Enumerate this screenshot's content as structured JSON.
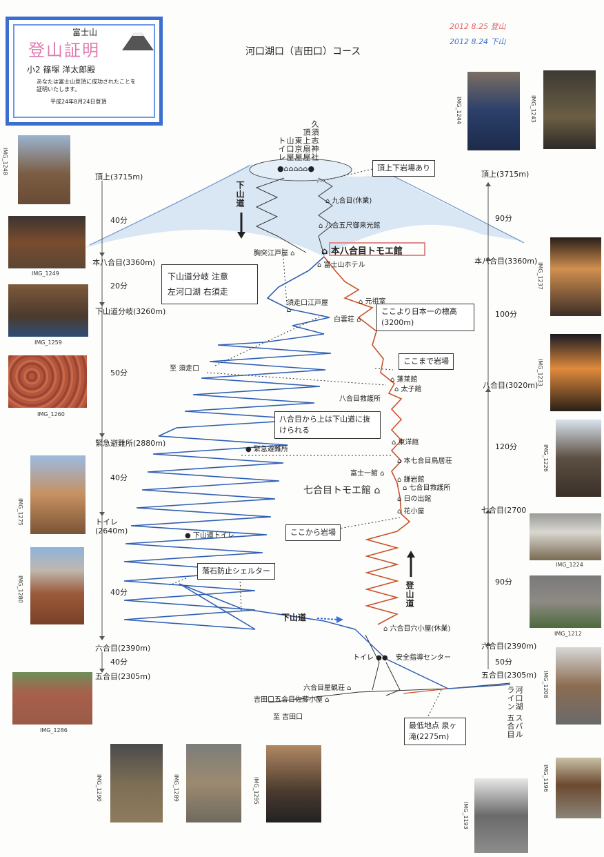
{
  "title": "河口湖口（吉田口）コース",
  "handwritten_dates": [
    "2012 8.25 登山",
    "2012 8.24 下山"
  ],
  "certificate": {
    "mountain": "富士山",
    "title": "登山証明",
    "grade_name": "小2 篠塚 洋太郎殿",
    "body": "あなたは富士山登頂に成功されたことを証明いたします。",
    "date": "平成24年8月24日登頂"
  },
  "summit_shops": [
    "トイレ",
    "山口屋",
    "東京屋",
    "頂上扇屋",
    "久須志神社"
  ],
  "left_axis": {
    "labels": [
      {
        "name": "頂上",
        "alt": "(3715m)"
      },
      {
        "name": "本八合目",
        "alt": "(3360m)"
      },
      {
        "name": "下山道分岐",
        "alt": "(3260m)"
      },
      {
        "name": "緊急避難所",
        "alt": "(2880m)"
      },
      {
        "name": "トイレ",
        "alt": "(2640m)"
      },
      {
        "name": "六合目",
        "alt": "(2390m)"
      },
      {
        "name": "五合目",
        "alt": "(2305m)"
      }
    ],
    "times": [
      "40分",
      "20分",
      "50分",
      "40分",
      "40分",
      "40分"
    ]
  },
  "right_axis": {
    "labels": [
      {
        "name": "頂上",
        "alt": "(3715m)"
      },
      {
        "name": "本八合目",
        "alt": "(3360m)"
      },
      {
        "name": "八合目",
        "alt": "(3020m)"
      },
      {
        "name": "七合目",
        "alt": "(2700"
      },
      {
        "name": "六合目",
        "alt": "(2390m)"
      },
      {
        "name": "五合目",
        "alt": "(2305m)"
      }
    ],
    "times": [
      "90分",
      "100分",
      "120分",
      "90分",
      "50分"
    ]
  },
  "huts": {
    "kyugome": "九合目(休業)",
    "hachigo5": "八合五尺御来光館",
    "munatsuki": "胸突江戸屋",
    "honhachi_tomoe": "本八合目トモエ館",
    "fujisan_hotel": "富士山ホテル",
    "subashiri_edoya": "須走口江戸屋",
    "ganso": "元祖室",
    "hakuunso": "白雲荘",
    "horaikan": "蓬莱館",
    "taishikan": "太子館",
    "hachigo_kyugo": "八合目救護所",
    "toyokan": "東洋館",
    "torii": "本七合目鳥居荘",
    "fujiichi": "富士一館",
    "kamaiwa": "鎌岩館",
    "nanago_kyugo": "七合目救護所",
    "nanago_tomoe": "七合目トモエ館",
    "hinode": "日の出館",
    "hanagoya": "花小屋",
    "kinkyu": "緊急避難所",
    "gezan_toilet": "下山道トイレ",
    "rokugo_anagoya": "六合目穴小屋(休業)",
    "toilet": "トイレ",
    "anzen": "安全指導センター",
    "hoshikanso": "六合目星観荘",
    "sato": "吉田口五合目佐藤小屋",
    "to_yoshida": "至 吉田口",
    "to_subashiri": "至 須走口"
  },
  "trail_labels": {
    "gezan_top": "下山道",
    "gezan_bottom": "下山道",
    "tozan": "登山道"
  },
  "notes": {
    "summit_rocks": "頂上下岩場あり",
    "branch_title": "下山道分岐 注意",
    "branch_dir": "左河口湖 右須走",
    "highest": "ここより日本一の標高(3200m)",
    "rocks_until": "ここまで岩場",
    "hachigo_above": "八合目から上は下山道に抜けられる",
    "rocks_from": "ここから岩場",
    "shelter": "落石防止シェルター",
    "lowest": "最低地点 泉ヶ滝(2275m)",
    "subaru": "河口湖 スバルライン 五合目"
  },
  "photos": [
    {
      "id": "IMG_1248"
    },
    {
      "id": "IMG_1249"
    },
    {
      "id": "IMG_1259"
    },
    {
      "id": "IMG_1260"
    },
    {
      "id": "IMG_1275"
    },
    {
      "id": "IMG_1280"
    },
    {
      "id": "IMG_1286"
    },
    {
      "id": "IMG_1290"
    },
    {
      "id": "IMG_1289"
    },
    {
      "id": "IMG_1295"
    },
    {
      "id": "IMG_1244"
    },
    {
      "id": "IMG_1243"
    },
    {
      "id": "IMG_1237"
    },
    {
      "id": "IMG_1233"
    },
    {
      "id": "IMG_1226"
    },
    {
      "id": "IMG_1224"
    },
    {
      "id": "IMG_1212"
    },
    {
      "id": "IMG_1208"
    },
    {
      "id": "IMG_1196"
    },
    {
      "id": "IMG_1193"
    }
  ],
  "colors": {
    "descent": "#2f5fb3",
    "ascent": "#c9502a",
    "sky": "#b8d3ee",
    "cert_border": "#3a6fd0"
  }
}
